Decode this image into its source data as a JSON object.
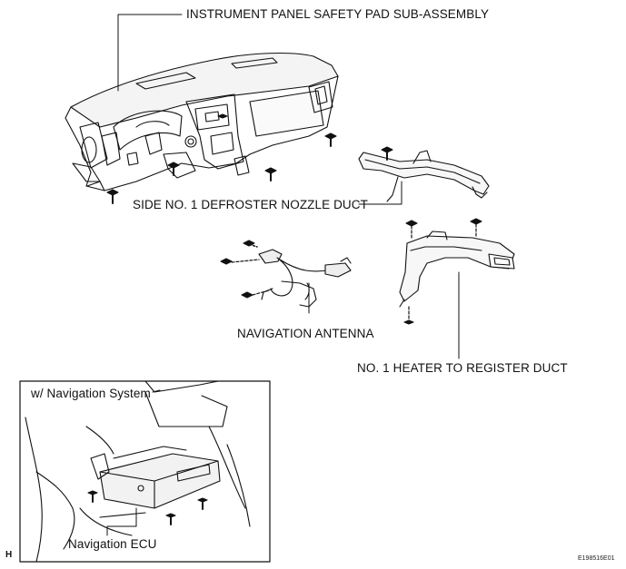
{
  "labels": {
    "instrument_panel": "INSTRUMENT PANEL SAFETY PAD SUB-ASSEMBLY",
    "side_defroster": "SIDE NO. 1 DEFROSTER NOZZLE DUCT",
    "nav_antenna": "NAVIGATION ANTENNA",
    "heater_register": "NO. 1 HEATER TO REGISTER DUCT",
    "inset_title": "w/ Navigation System",
    "nav_ecu": "Navigation ECU"
  },
  "corner_mark": "H",
  "figure_id": "E198516E01"
}
